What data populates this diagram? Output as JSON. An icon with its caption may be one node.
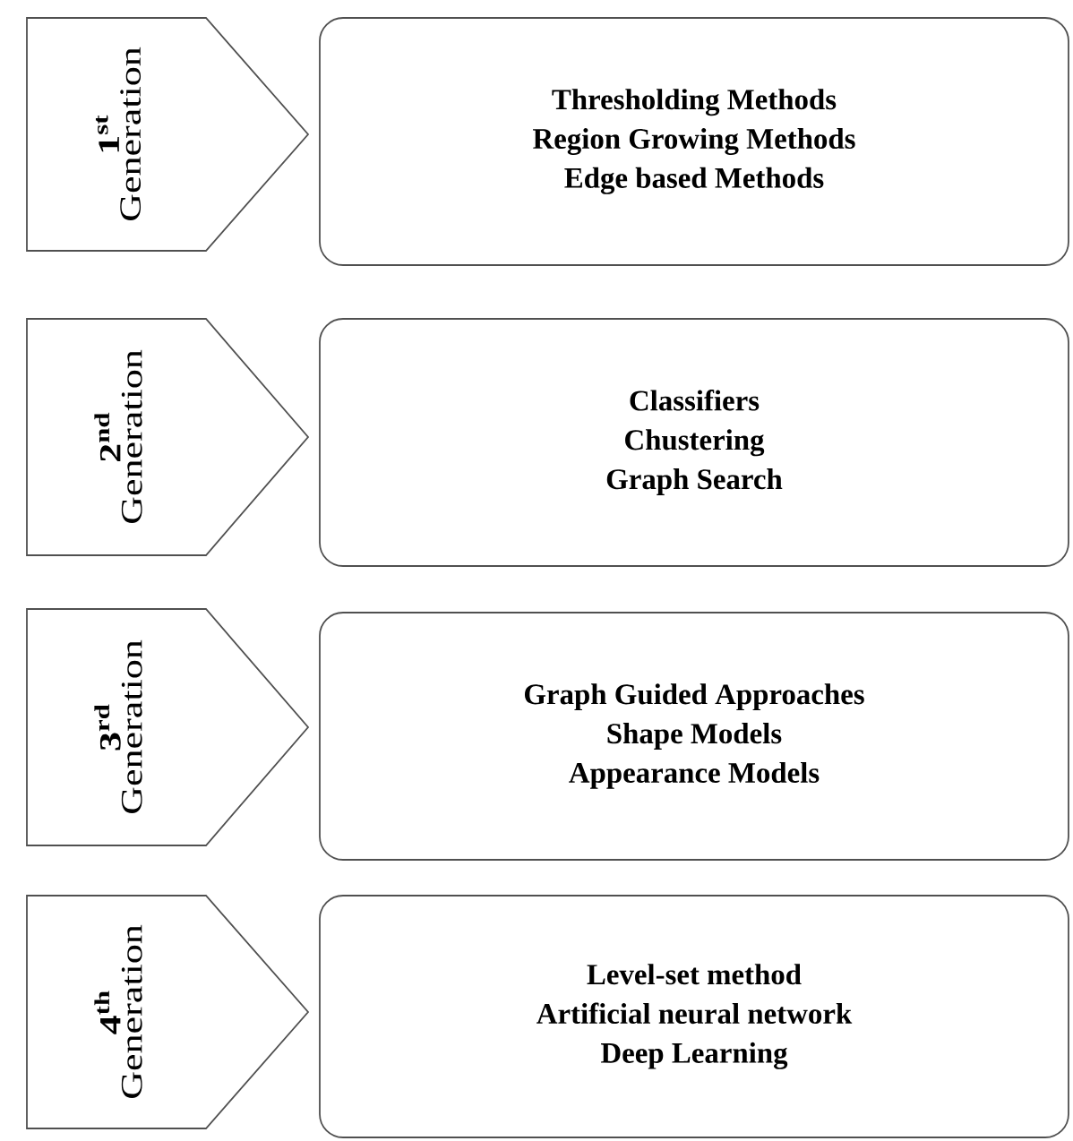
{
  "diagram": {
    "nodes": [
      {
        "text": [
          "1$^{st}$",
          "Generation"
        ]
      },
      {
        "text": [
          "Thresholding Methods",
          "Region Growing Methods",
          "Edge based Methods"
        ]
      },
      {
        "text": [
          "2$^{nd}$",
          "Generation"
        ]
      },
      {
        "text": [
          "Classifiers",
          "Chustering",
          "Graph Search"
        ]
      },
      {
        "text": [
          "3$^{rd}$",
          "Generation"
        ]
      },
      {
        "text": [
          "Graph Guided Approaches",
          "Shape Models",
          "Appearance Models"
        ]
      },
      {
        "text": [
          "4$^{th}$",
          "Generation"
        ]
      },
      {
        "text": [
          "Level-set method",
          "Artificial neural network",
          "Deep Learning"
        ]
      }
    ]
  }
}
